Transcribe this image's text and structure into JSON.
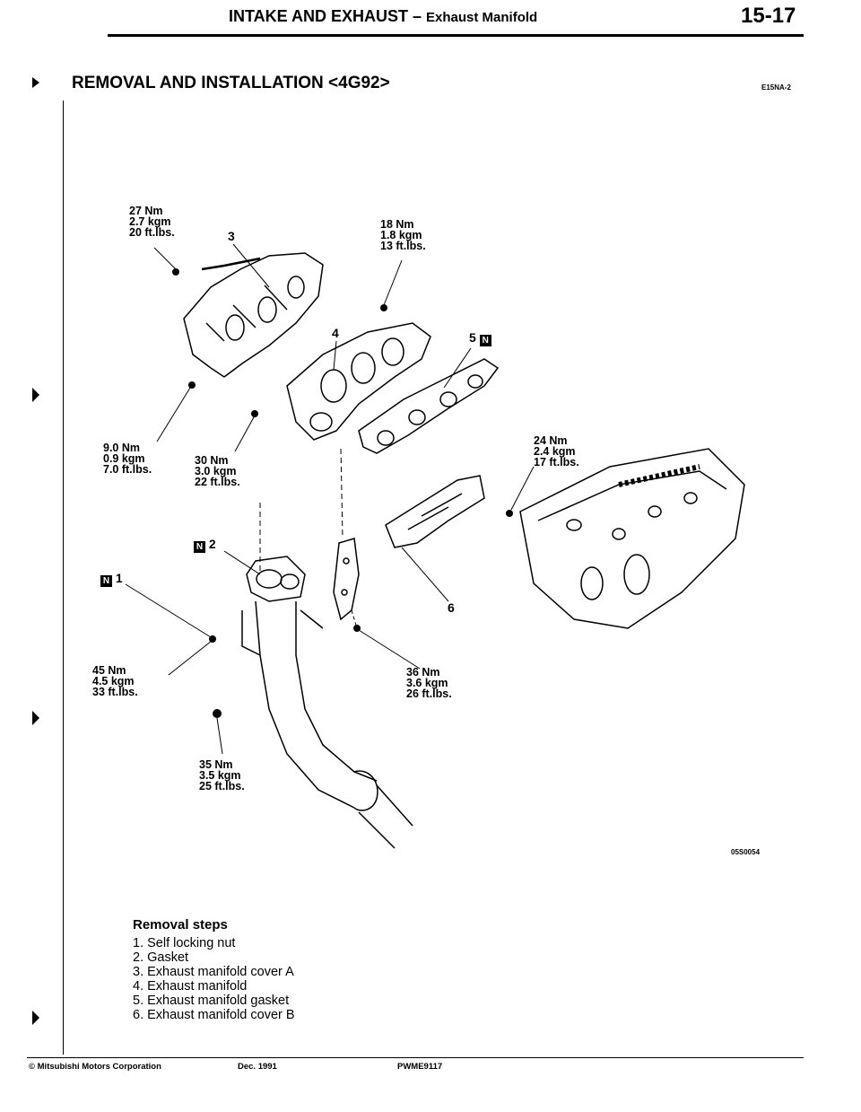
{
  "header": {
    "title": "INTAKE AND EXHAUST –",
    "subtitle": "Exhaust Manifold",
    "page_number": "15-17"
  },
  "section": {
    "title": "REMOVAL AND INSTALLATION <4G92>",
    "code": "E15NA-2"
  },
  "diagram": {
    "figure_code": "05S0054",
    "torque_labels": [
      [
        "27 Nm",
        "2.7 kgm",
        "20 ft.lbs."
      ],
      [
        "18 Nm",
        "1.8 kgm",
        "13 ft.lbs."
      ],
      [
        "9.0 Nm",
        "0.9 kgm",
        "7.0 ft.lbs."
      ],
      [
        "30 Nm",
        "3.0 kgm",
        "22 ft.lbs."
      ],
      [
        "24 Nm",
        "2.4 kgm",
        "17 ft.lbs."
      ],
      [
        "45 Nm",
        "4.5 kgm",
        "33 ft.lbs."
      ],
      [
        "36 Nm",
        "3.6 kgm",
        "26 ft.lbs."
      ],
      [
        "35 Nm",
        "3.5 kgm",
        "25 ft.lbs."
      ]
    ],
    "part_numbers": [
      "1",
      "2",
      "3",
      "4",
      "5",
      "6"
    ],
    "new_part_mark": "N"
  },
  "removal": {
    "title": "Removal steps",
    "steps": [
      "1. Self locking nut",
      "2. Gasket",
      "3. Exhaust manifold cover A",
      "4. Exhaust manifold",
      "5. Exhaust manifold gasket",
      "6. Exhaust manifold cover B"
    ]
  },
  "footer": {
    "copyright": "© Mitsubishi Motors Corporation",
    "date": "Dec. 1991",
    "doc_code": "PWME9117"
  }
}
